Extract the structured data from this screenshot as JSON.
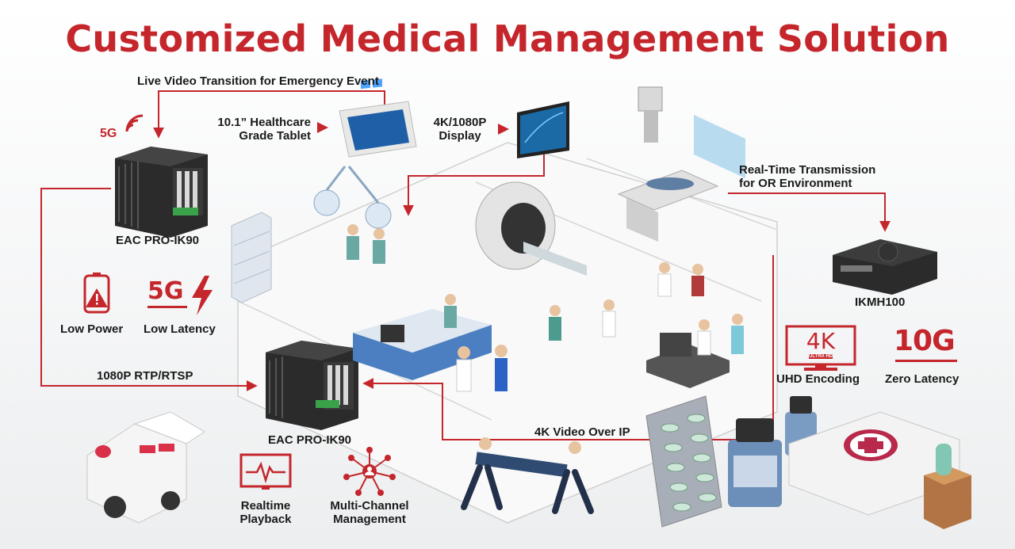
{
  "title": "Customized Medical Management Solution",
  "labels": {
    "live_video": "Live Video Transition for  Emergency Event",
    "tablet_line1": "10.1” Healthcare",
    "tablet_line2": "Grade Tablet",
    "display_line1": "4K/1080P",
    "display_line2": "Display",
    "realtime_line1": "Real-Time Transmission",
    "realtime_line2": "for OR Environment",
    "eac_top": "EAC PRO-IK90",
    "eac_bottom": "EAC PRO-IK90",
    "ikmh": "IKMH100",
    "low_power": "Low Power",
    "low_latency": "Low Latency",
    "rtp": "1080P RTP/RTSP",
    "uhd": "UHD Encoding",
    "zero_latency": "Zero Latency",
    "video_ip": "4K Video Over IP",
    "realtime_playback_line1": "Realtime",
    "realtime_playback_line2": "Playback",
    "multichannel_line1": "Multi-Channel",
    "multichannel_line2": "Management"
  },
  "badges": {
    "fiveg_small": "5G",
    "fiveg_large": "5G",
    "fourk": "4K",
    "ultra_hd": "ULTRA HD",
    "tenG": "10G"
  },
  "colors": {
    "accent": "#c4262c",
    "device": "#2b2b2b",
    "floor": "#f7f7f7"
  }
}
